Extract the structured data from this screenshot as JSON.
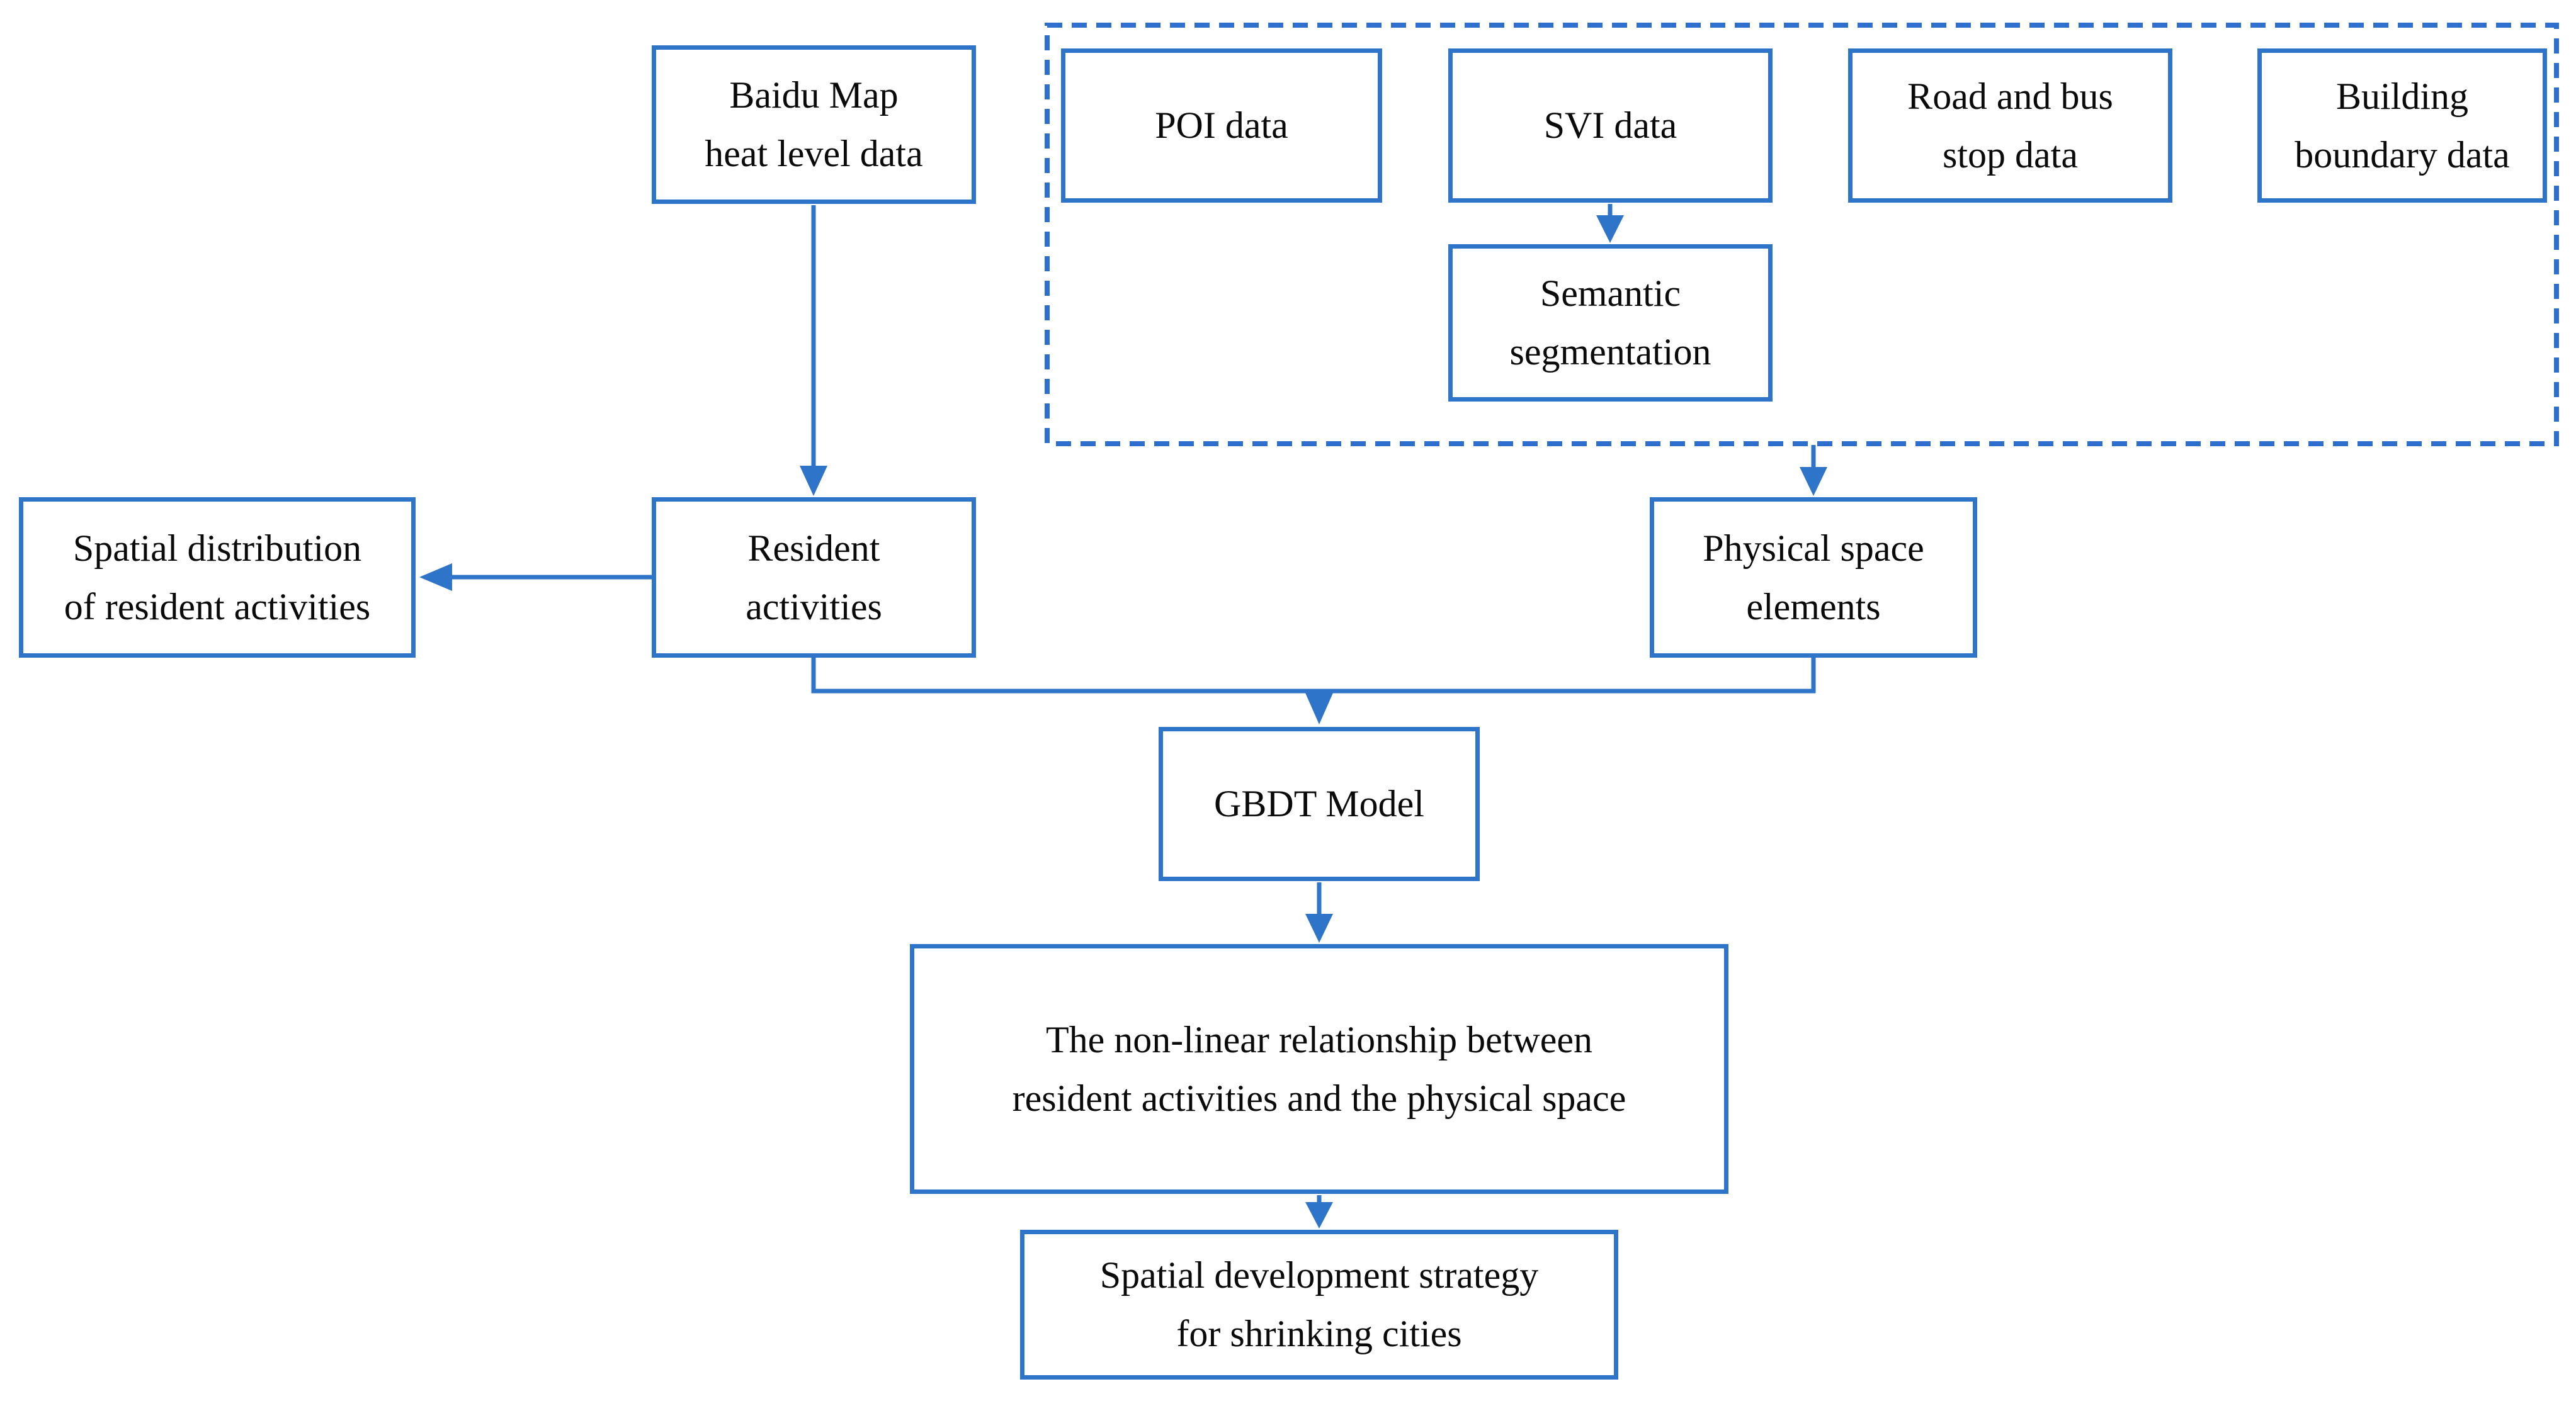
{
  "diagram": {
    "title": "Research framework flowchart",
    "colors": {
      "line_blue": "#2E74C8",
      "dashed_blue": "#2E6FCE",
      "text": "#0A0A0A",
      "background": "#FFFFFF"
    },
    "nodes": {
      "baidu": {
        "label": "Baidu Map heat level data",
        "lines": [
          "Baidu Map",
          "heat level data"
        ]
      },
      "poi": {
        "label": "POI data",
        "lines": [
          "POI data"
        ]
      },
      "svi": {
        "label": "SVI data",
        "lines": [
          "SVI data"
        ]
      },
      "road_bus": {
        "label": "Road and bus stop data",
        "lines": [
          "Road and bus",
          "stop data"
        ]
      },
      "building": {
        "label": "Building boundary data",
        "lines": [
          "Building",
          "boundary data"
        ]
      },
      "semantic": {
        "label": "Semantic segmentation",
        "lines": [
          "Semantic",
          "segmentation"
        ]
      },
      "spatial_distribution": {
        "label": "Spatial distribution of resident activities",
        "lines": [
          "Spatial distribution",
          "of resident activities"
        ]
      },
      "resident": {
        "label": "Resident activities",
        "lines": [
          "Resident",
          "activities"
        ]
      },
      "physical_space": {
        "label": "Physical space elements",
        "lines": [
          "Physical space",
          "elements"
        ]
      },
      "gbdt": {
        "label": "GBDT Model",
        "lines": [
          "GBDT Model"
        ]
      },
      "nonlinear": {
        "label": "The non-linear relationship between resident activities and the physical space",
        "lines": [
          "The non-linear relationship between",
          "resident activities and the physical space"
        ]
      },
      "strategy": {
        "label": "Spatial development strategy for shrinking cities",
        "lines": [
          "Spatial development strategy",
          "for shrinking cities"
        ]
      }
    },
    "groups": {
      "data_sources": {
        "style": "dashed-border",
        "contains": [
          "poi",
          "svi",
          "road_bus",
          "building",
          "semantic"
        ]
      }
    },
    "edges": [
      {
        "from": "baidu",
        "to": "resident",
        "type": "arrow"
      },
      {
        "from": "resident",
        "to": "spatial_distribution",
        "type": "arrow"
      },
      {
        "from": "svi",
        "to": "semantic",
        "type": "arrow"
      },
      {
        "from": "data_sources",
        "to": "physical_space",
        "type": "arrow"
      },
      {
        "from": "resident",
        "to": "gbdt",
        "type": "elbow-arrow"
      },
      {
        "from": "physical_space",
        "to": "gbdt",
        "type": "elbow-arrow"
      },
      {
        "from": "gbdt",
        "to": "nonlinear",
        "type": "arrow"
      },
      {
        "from": "nonlinear",
        "to": "strategy",
        "type": "arrow"
      }
    ]
  }
}
